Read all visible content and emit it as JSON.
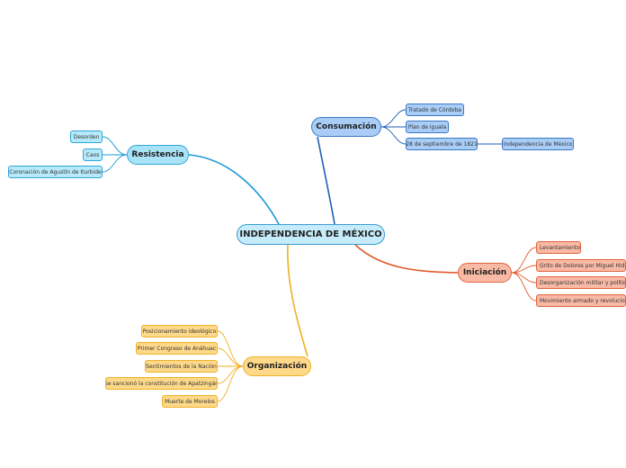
{
  "central": {
    "label": "INDEPENDENCIA DE MÉXICO"
  },
  "branches": {
    "consumacion": {
      "label": "Consumación",
      "color": "#1f5fb4",
      "children": [
        "Tratado de Córdoba",
        "Plan de iguala",
        "28 de septiembre de 1821"
      ],
      "sub": "Independencia de México"
    },
    "resistencia": {
      "label": "Resistencia",
      "color": "#1a9ad6",
      "children": [
        "Desorden",
        "Caos",
        "Coronación de Agustín de Iturbide"
      ]
    },
    "iniciacion": {
      "label": "Iniciación",
      "color": "#e05a2c",
      "children": [
        "Levantamiento",
        "Grito de Dolores por Miguel  Hidalgo",
        "Desorganización militar y política",
        "Movimiento armado y revolucionario"
      ]
    },
    "organizacion": {
      "label": "Organización",
      "color": "#f0b020",
      "children": [
        "Posicionamiento ideológico",
        "Primer Congreso de Anáhuac",
        "Sentimientos de la Nación",
        "Se sancionó la constitución de Apatzingán",
        "Muerte de Morelos"
      ]
    }
  }
}
